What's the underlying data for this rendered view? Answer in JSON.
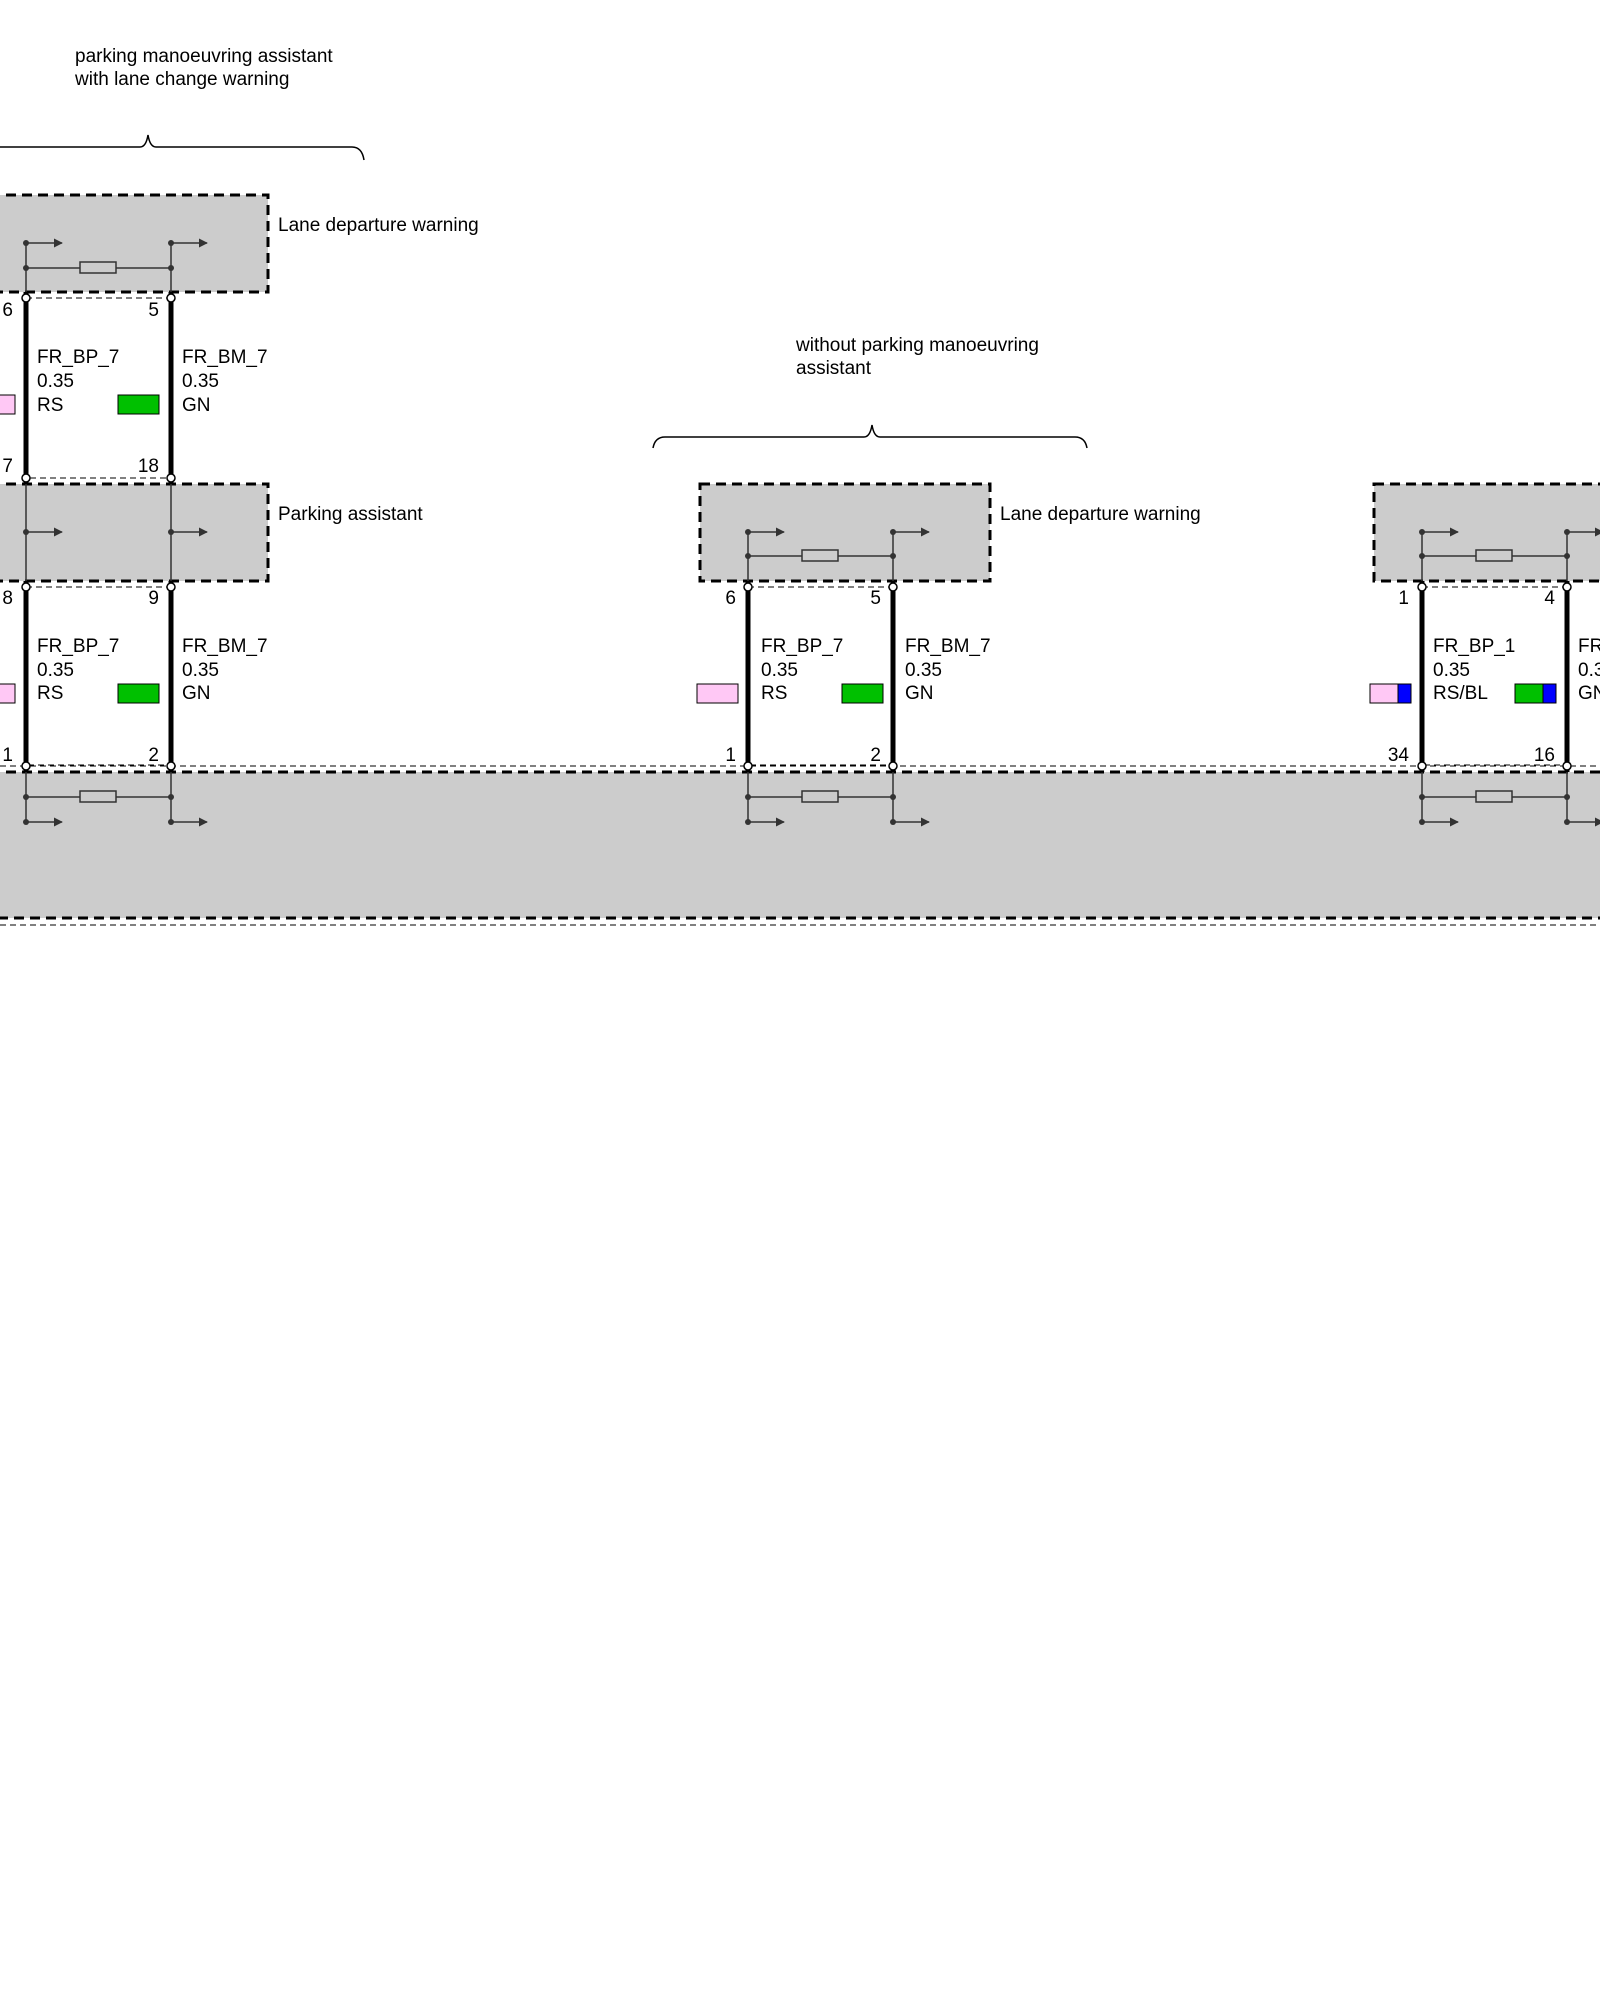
{
  "colors": {
    "module_fill": "#cccccc",
    "wire": "#000000",
    "rs": "#ffc8f5",
    "gn": "#00c000",
    "bl": "#0000ff",
    "symbol": "#333333"
  },
  "groups": {
    "with_lcw": {
      "line1": "parking manoeuvring assistant",
      "line2": "with lane change warning"
    },
    "without_pma": {
      "line1": "without parking manoeuvring",
      "line2": "assistant"
    }
  },
  "modules": {
    "ldw_top": {
      "label": "Lane departure warning"
    },
    "parking_assistant": {
      "label": "Parking assistant"
    },
    "ldw_mid": {
      "label": "Lane departure warning"
    },
    "right_module": {
      "label": ""
    },
    "bottom_bus": {
      "label": ""
    }
  },
  "pins": {
    "ldw_top_a": "6",
    "ldw_top_b": "5",
    "pa_top_a": "7",
    "pa_top_b": "18",
    "pa_bot_a": "8",
    "pa_bot_b": "9",
    "bus_1": "1",
    "bus_2": "2",
    "ldw_mid_a": "6",
    "ldw_mid_b": "5",
    "bus_3": "1",
    "bus_4": "2",
    "right_a": "1",
    "right_b": "4",
    "bus_5": "34",
    "bus_6": "16"
  },
  "wires": {
    "w1": {
      "name": "FR_BP_7",
      "gauge": "0.35",
      "color": "RS"
    },
    "w2": {
      "name": "FR_BM_7",
      "gauge": "0.35",
      "color": "GN"
    },
    "w3": {
      "name": "FR_BP_7",
      "gauge": "0.35",
      "color": "RS"
    },
    "w4": {
      "name": "FR_BM_7",
      "gauge": "0.35",
      "color": "GN"
    },
    "w5": {
      "name": "FR_BP_7",
      "gauge": "0.35",
      "color": "RS"
    },
    "w6": {
      "name": "FR_BM_7",
      "gauge": "0.35",
      "color": "GN"
    },
    "w7": {
      "name": "FR_BP_1",
      "gauge": "0.35",
      "color": "RS/BL"
    },
    "w8": {
      "name": "FR",
      "gauge": "0.3",
      "color": "GN"
    }
  }
}
